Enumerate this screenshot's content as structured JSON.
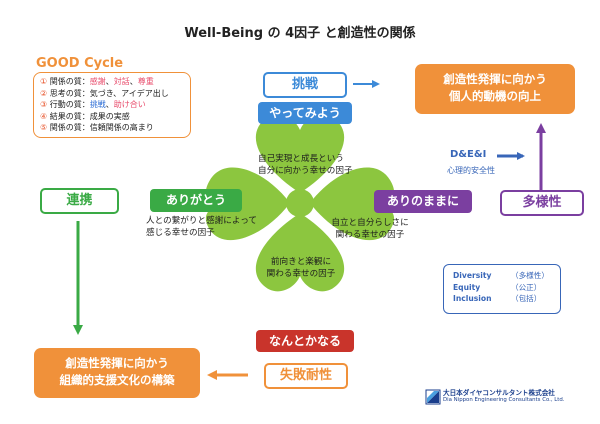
{
  "title": "Well-Being の 4因子 と創造性の関係",
  "good_cycle": {
    "heading": "GOOD Cycle",
    "rows": [
      {
        "num": "①",
        "prefix": "関係の質：",
        "parts": [
          {
            "t": "感謝",
            "c": "red"
          },
          {
            "t": "、",
            "c": ""
          },
          {
            "t": "対話",
            "c": "red"
          },
          {
            "t": "、",
            "c": ""
          },
          {
            "t": "尊重",
            "c": "red"
          }
        ]
      },
      {
        "num": "②",
        "prefix": "思考の質：",
        "parts": [
          {
            "t": "気づき、アイデア出し",
            "c": ""
          }
        ]
      },
      {
        "num": "③",
        "prefix": "行動の質：",
        "parts": [
          {
            "t": "挑戦",
            "c": "blue"
          },
          {
            "t": "、",
            "c": ""
          },
          {
            "t": "助け合い",
            "c": "red"
          }
        ]
      },
      {
        "num": "④",
        "prefix": "結果の質：",
        "parts": [
          {
            "t": "成果の実感",
            "c": ""
          }
        ]
      },
      {
        "num": "⑤",
        "prefix": "関係の質：",
        "parts": [
          {
            "t": "信頼関係の高まり",
            "c": ""
          }
        ]
      }
    ]
  },
  "challenge": "挑戦",
  "individual_goal": "創造性発揮に向かう個人的動機の向上",
  "collaboration": "連携",
  "diversity": "多様性",
  "failure_tolerance": "失敗耐性",
  "org_goal": "創造性発揮に向かう組織的支援文化の構築",
  "dei": {
    "label": "D&E&I",
    "sub": "心理的安全性"
  },
  "factors": {
    "yattemiyou": {
      "name": "やってみよう",
      "desc": [
        "自己実現と成長という",
        "自分に向かう幸せの因子"
      ]
    },
    "arigatou": {
      "name": "ありがとう",
      "desc": [
        "人との繋がりと感謝によって",
        "感じる幸せの因子"
      ]
    },
    "arinomama": {
      "name": "ありのままに",
      "desc": [
        "自立と自分らしさに",
        "関わる幸せの因子"
      ]
    },
    "nantoka": {
      "name": "なんとかなる",
      "desc": [
        "前向きと楽観に",
        "関わる幸せの因子"
      ]
    }
  },
  "diversity_box": [
    {
      "key": "Diversity",
      "val": "（多様性）"
    },
    {
      "key": "Equity",
      "val": "（公正）"
    },
    {
      "key": "Inclusion",
      "val": "（包括）"
    }
  ],
  "company": {
    "name": "大日本ダイヤコンサルタント株式会社",
    "name_en": "Dia Nippon Engineering Consultants Co., Ltd."
  },
  "colors": {
    "orange": "#f0913a",
    "green": "#3aaa45",
    "leaf": "#8cc63f",
    "blue": "#3c8ad8",
    "purple": "#7b3fa0",
    "red": "#c9342b",
    "navy": "#3866b8"
  }
}
